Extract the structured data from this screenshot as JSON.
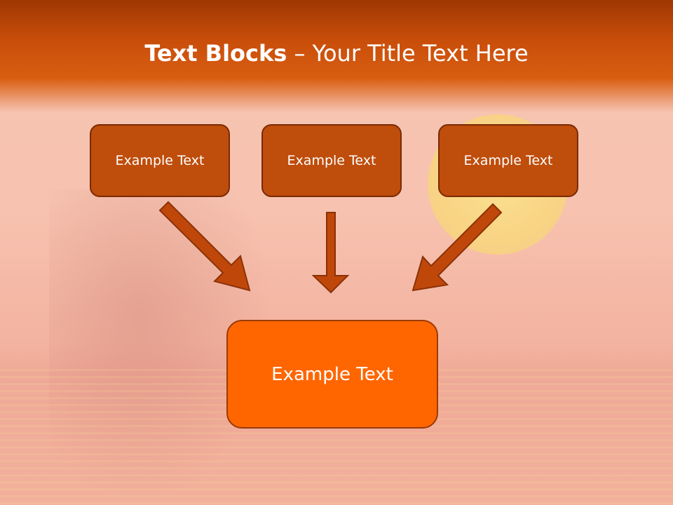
{
  "title": {
    "bold_part": "Text Blocks",
    "separator": " – ",
    "regular_part": "Your Title Text Here"
  },
  "blocks": [
    {
      "label": "Example Text"
    },
    {
      "label": "Example Text"
    },
    {
      "label": "Example Text"
    }
  ],
  "result_block": {
    "label": "Example Text"
  },
  "colors": {
    "title_bar": "#c84d0a",
    "block_fill": "#bf4d0b",
    "block_border": "#7a2a06",
    "result_fill": "#ff6600",
    "arrow_fill": "#c0470a",
    "arrow_stroke": "#8a3208"
  }
}
